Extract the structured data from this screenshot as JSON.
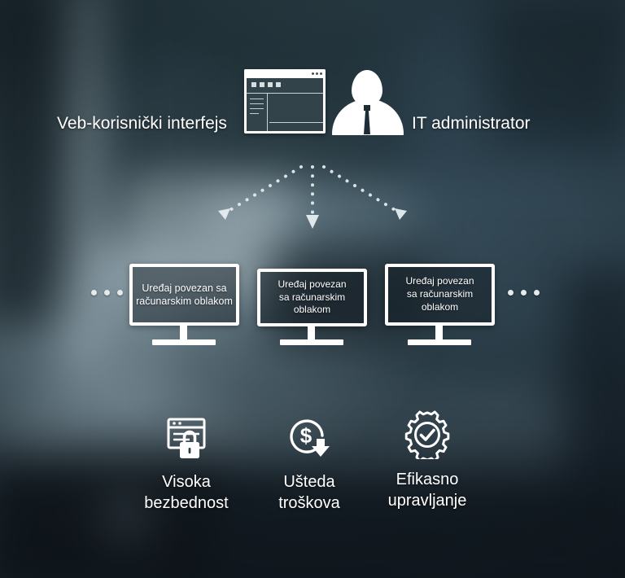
{
  "meta": {
    "language": "sr-Latn",
    "colors": {
      "text": "#ffffff",
      "outline": "#ffffff",
      "background_dark": "#16202a",
      "background_mid": "#31454f",
      "accent_silhouette": "#ffffff",
      "tie": "#1e2d35"
    }
  },
  "top_section": {
    "left_label": "Veb-korisnički interfejs",
    "right_label": "IT administrator",
    "browser_icon_name": "web-browser-window",
    "admin_icon_name": "it-administrator-silhouette"
  },
  "arrows": [
    {
      "name": "arrow-to-device-left",
      "direction": "down-left"
    },
    {
      "name": "arrow-to-device-center",
      "direction": "down"
    },
    {
      "name": "arrow-to-device-right",
      "direction": "down-right"
    }
  ],
  "devices": {
    "left_ellipsis": "• • •",
    "right_ellipsis": "• • •",
    "items": [
      {
        "line1": "Uređaj povezan sa",
        "line2": "računarskim oblakom"
      },
      {
        "line1": "Uređaj povezan",
        "line2": "sa računarskim oblakom"
      },
      {
        "line1": "Uređaj povezan",
        "line2": "sa računarskim oblakom"
      }
    ]
  },
  "features": [
    {
      "icon": "browser-lock-icon",
      "line1": "Visoka",
      "line2": "bezbednost"
    },
    {
      "icon": "dollar-circle-down-arrow-icon",
      "line1": "Ušteda",
      "line2": "troškova"
    },
    {
      "icon": "gear-check-icon",
      "line1": "Efikasno",
      "line2": "upravljanje"
    }
  ]
}
